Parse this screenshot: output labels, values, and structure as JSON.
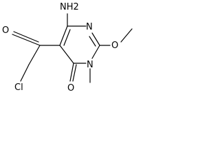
{
  "structure": {
    "atoms": {
      "amino_group": "NH2",
      "ring_n1": "N",
      "ring_n3": "N",
      "methoxy_oxygen": "O",
      "ketone_oxygen": "O",
      "ring_carbonyl_oxygen": "O",
      "chlorine": "Cl"
    },
    "colors": {
      "bond": "#000000",
      "label": "#000000",
      "background": "#ffffff"
    }
  }
}
